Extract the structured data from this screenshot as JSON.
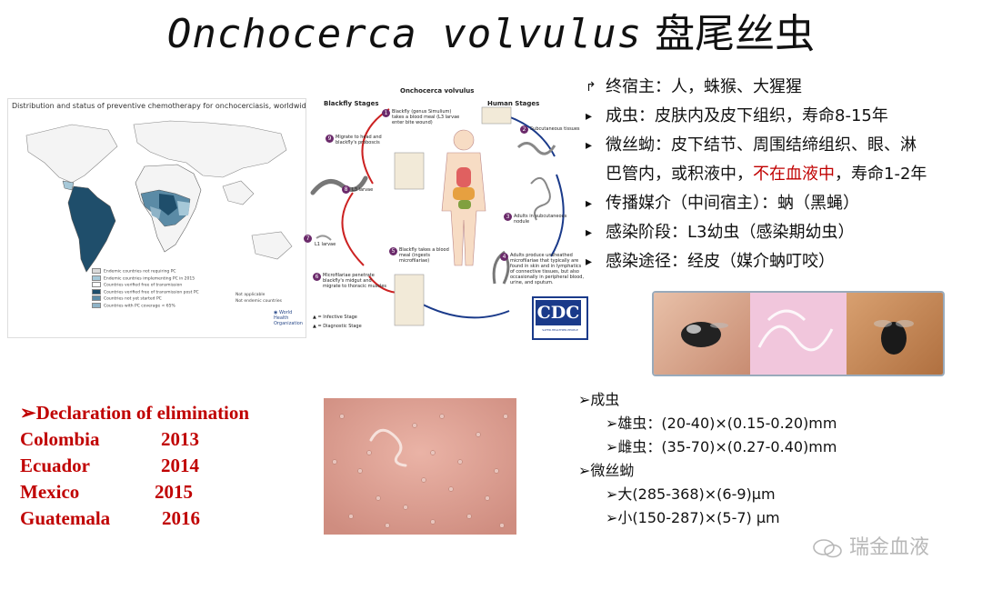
{
  "title": {
    "latin": "Onchocerca volvulus",
    "chinese": "盘尾丝虫"
  },
  "map_panel": {
    "title": "Distribution and status of preventive chemotherapy for onchocerciasis, worldwide, 2015",
    "legend": [
      {
        "label": "Endemic countries not requiring PC",
        "color": "#d9d9d9"
      },
      {
        "label": "Endemic countries implementing PC in 2015",
        "color": "#a6c8d8"
      },
      {
        "label": "Countries verified free of transmission",
        "color": "#ffffff"
      },
      {
        "label": "Countries verified free of transmission post PC",
        "color": "#1f4e6b"
      },
      {
        "label": "Countries not yet started PC",
        "color": "#5b8ba6"
      },
      {
        "label": "Countries with PC coverage < 65%",
        "color": "#8fb3c7"
      }
    ],
    "note_right": [
      "Not applicable",
      "Not endemic countries"
    ],
    "org": "World Health Organization",
    "colors": {
      "endemic_dark": "#1f4e6b",
      "endemic_mid": "#5b8ba6",
      "endemic_light": "#a6c8d8"
    }
  },
  "lifecycle": {
    "title": "Onchocerca volvulus",
    "blackfly_header": "Blackfly Stages",
    "human_header": "Human Stages",
    "steps": [
      {
        "n": "1",
        "text": "Blackfly (genus Simulium) takes a blood meal (L3 larvae enter bite wound)"
      },
      {
        "n": "2",
        "text": "Subcutaneous tissues"
      },
      {
        "n": "3",
        "text": "Adults in subcutaneous nodule"
      },
      {
        "n": "4",
        "text": "Adults produce unsheathed microfilariae that typically are found in skin and in lymphatics of connective tissues, but also occasionally in peripheral blood, urine, and sputum."
      },
      {
        "n": "5",
        "text": "Blackfly takes a blood meal (ingests microfilariae)"
      },
      {
        "n": "6",
        "text": "Microfilariae penetrate blackfly's midgut and migrate to thoracic muscles"
      },
      {
        "n": "7",
        "text": "L1 larvae"
      },
      {
        "n": "8",
        "text": "L3 larvae"
      },
      {
        "n": "9",
        "text": "Migrate to head and blackfly's proboscis"
      }
    ],
    "key": [
      "= Infective Stage",
      "= Diagnostic Stage"
    ],
    "cdc": {
      "mark": "CDC",
      "tag": "SAFER·HEALTHIER·PEOPLE"
    }
  },
  "bullets": [
    {
      "marker": "↱",
      "text": "终宿主：人，蛛猴、大猩猩"
    },
    {
      "marker": "▸",
      "text": "成虫：皮肤内及皮下组织，寿命8-15年"
    },
    {
      "marker": "▸",
      "text_a": "微丝蚴：皮下结节、周围结缔组织、眼、淋",
      "text_b_pre": "巴管内，或积液中，",
      "text_b_red": "不在血液中",
      "text_b_post": "，寿命1-2年"
    },
    {
      "marker": "▸",
      "text": "传播媒介（中间宿主）：蚋（黑蝇）"
    },
    {
      "marker": "▸",
      "text": "感染阶段：L3幼虫（感染期幼虫）"
    },
    {
      "marker": "▸",
      "text": "感染途径：经皮（媒介蚋叮咬）"
    }
  ],
  "elimination": {
    "heading": "Declaration  of elimination",
    "marker": "➢",
    "rows": [
      {
        "country": "Colombia",
        "year": "2013"
      },
      {
        "country": "Ecuador",
        "year": "2014"
      },
      {
        "country": "Mexico",
        "year": "2015"
      },
      {
        "country": "Guatemala",
        "year": "2016"
      }
    ],
    "color": "#c00000"
  },
  "sizes": {
    "marker": "➢",
    "adult": "成虫",
    "male": "雄虫：(20-40)×(0.15-0.20)mm",
    "female": "雌虫：(35-70)×(0.27-0.40)mm",
    "micro": "微丝蚴",
    "large": "大(285-368)×(6-9)μm",
    "small": "小(150-287)×(5-7) μm"
  },
  "watermark": "瑞金血液"
}
